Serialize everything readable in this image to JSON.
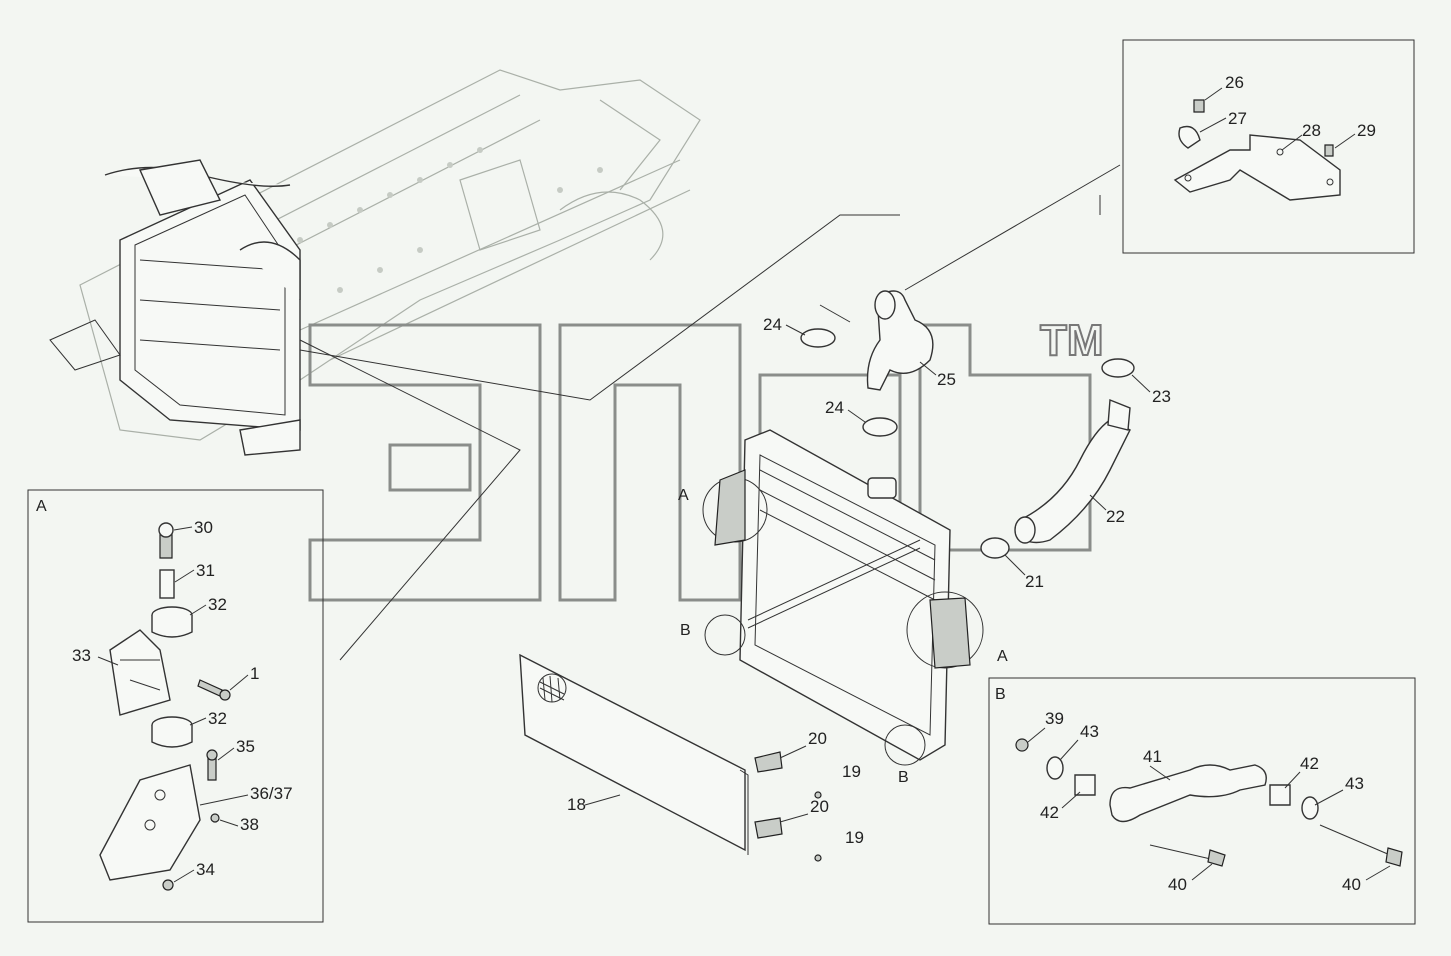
{
  "watermark": {
    "trademark": "TM"
  },
  "insets": {
    "top_right": {
      "label": ""
    },
    "bottom_left": {
      "label": "A"
    },
    "bottom_right": {
      "label": "B"
    }
  },
  "callouts": {
    "p18": "18",
    "p19a": "19",
    "p19b": "19",
    "p20a": "20",
    "p20b": "20",
    "p21": "21",
    "p22": "22",
    "p23": "23",
    "p24a": "24",
    "p24b": "24",
    "p25": "25",
    "p26": "26",
    "p27": "27",
    "p28": "28",
    "p29": "29",
    "p30": "30",
    "p31": "31",
    "p32a": "32",
    "p32b": "32",
    "p33": "33",
    "p1": "1",
    "p35": "35",
    "p3637": "36/37",
    "p38": "38",
    "p34": "34",
    "p39": "39",
    "p43a": "43",
    "p43b": "43",
    "p41": "41",
    "p42a": "42",
    "p42b": "42",
    "p40a": "40",
    "p40b": "40"
  },
  "detail_marks": {
    "a_left": "A",
    "a_right": "A",
    "b_left": "B",
    "b_bottom": "B"
  }
}
